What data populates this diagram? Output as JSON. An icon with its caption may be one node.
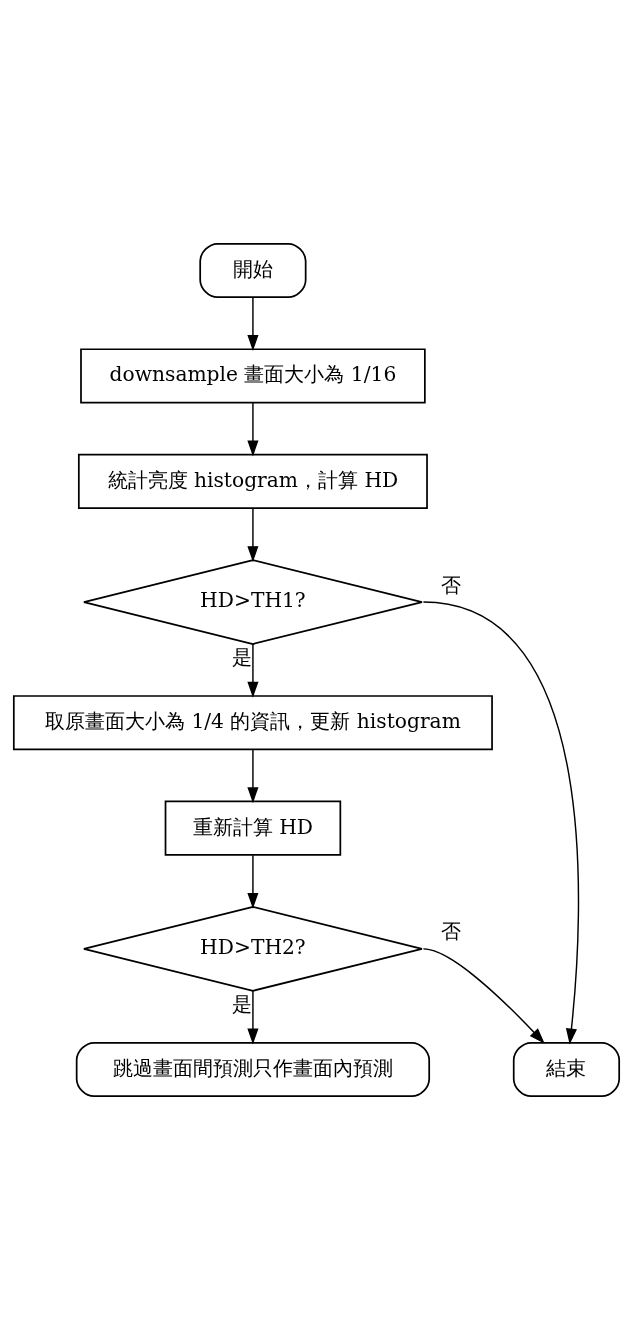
{
  "diagram": {
    "nodes": [
      {
        "text": [
          "開始"
        ]
      },
      {
        "text": [
          "downsample 畫面大小為 1/16"
        ]
      },
      {
        "text": [
          "統計亮度 histogram，計算 HD"
        ]
      },
      {
        "text": [
          "HD>TH1?"
        ]
      },
      {
        "text": [
          "取原畫面大小為 1/4 的資訊，更新 histogram"
        ]
      },
      {
        "text": [
          "重新計算 HD"
        ]
      },
      {
        "text": [
          "HD>TH2?"
        ]
      },
      {
        "text": [
          "跳過畫面間預測只作畫面內預測"
        ]
      },
      {
        "text": [
          "結束"
        ]
      }
    ],
    "edges": [
      {
        "from": 0,
        "to": 1,
        "arrow": "to"
      },
      {
        "from": 1,
        "to": 2,
        "arrow": "to"
      },
      {
        "from": 2,
        "to": 3,
        "arrow": "to"
      },
      {
        "from": 3,
        "to": 4,
        "arrow": "to",
        "label": "是"
      },
      {
        "from": 3,
        "to": 8,
        "arrow": "to",
        "label": "否"
      },
      {
        "from": 4,
        "to": 5,
        "arrow": "to"
      },
      {
        "from": 5,
        "to": 6,
        "arrow": "to"
      },
      {
        "from": 6,
        "to": 7,
        "arrow": "to",
        "label": "是"
      },
      {
        "from": 6,
        "to": 8,
        "arrow": "to",
        "label": "否"
      }
    ]
  }
}
